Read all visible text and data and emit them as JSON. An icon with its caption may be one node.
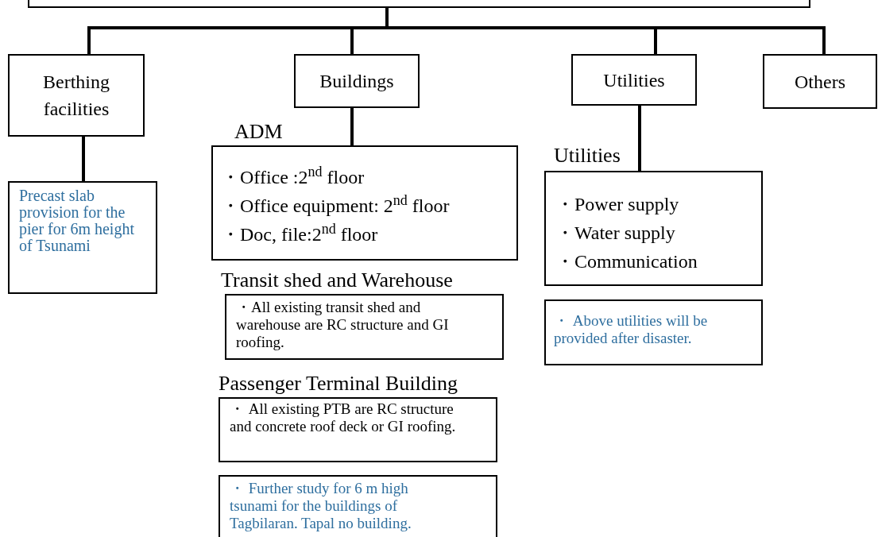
{
  "diagram": {
    "nodes": [
      {
        "text": [],
        "shape": "box"
      },
      {
        "text": [
          "Berthing facilities"
        ]
      },
      {
        "text": [
          "Buildings"
        ]
      },
      {
        "text": [
          "Utilities"
        ]
      },
      {
        "text": [
          "Others"
        ]
      },
      {
        "text": [
          "Precast slab provision for the pier for 6m height of Tsunami"
        ]
      },
      {
        "text": [
          "ADM",
          "・Office :2$^{nd}$ floor",
          "・Office equipment: 2$^{nd}$ floor",
          "・Doc, file:2$^{nd}$ floor"
        ]
      },
      {
        "text": [
          "Transit shed and Warehouse",
          "・All existing transit shed and warehouse are RC structure and GI roofing."
        ]
      },
      {
        "text": [
          "Passenger Terminal Building",
          "・ All existing PTB are RC structure and concrete roof deck or GI roofing."
        ]
      },
      {
        "text": [
          "・ Further study for 6 m high tsunami for the buildings of Tagbilaran. Tapal no building."
        ]
      },
      {
        "text": [
          "Utilities",
          "・Power supply",
          "・Water supply",
          "・Communication"
        ]
      },
      {
        "text": [
          "・ Above utilities will be provided after disaster."
        ]
      }
    ],
    "edges": [
      {
        "from": 0,
        "to": 1,
        "arrow": "none"
      },
      {
        "from": 0,
        "to": 2,
        "arrow": "none"
      },
      {
        "from": 0,
        "to": 3,
        "arrow": "none"
      },
      {
        "from": 0,
        "to": 4,
        "arrow": "none"
      },
      {
        "from": 1,
        "to": 5,
        "arrow": "none"
      },
      {
        "from": 2,
        "to": 6,
        "arrow": "none"
      },
      {
        "from": 3,
        "to": 10,
        "arrow": "none"
      }
    ]
  }
}
